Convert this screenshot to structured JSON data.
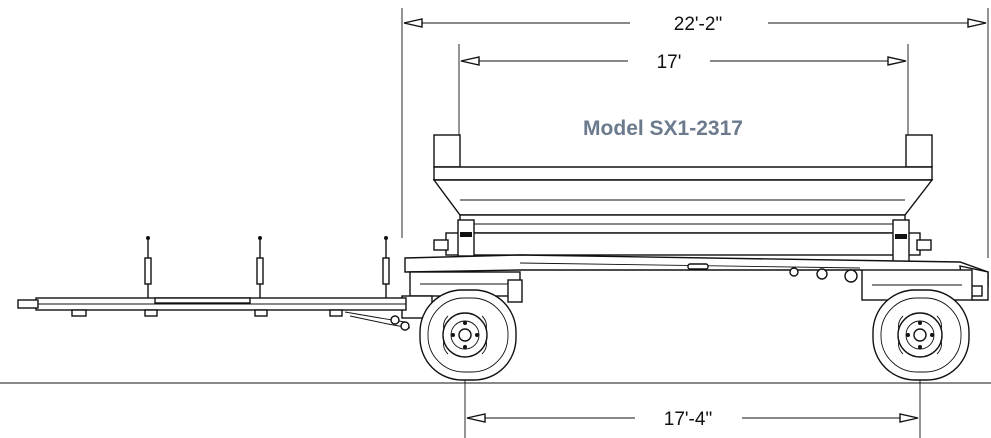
{
  "model_label": "Model SX1-2317",
  "dimensions": {
    "overall_length": "22'-2\"",
    "box_length": "17'",
    "wheelbase": "17'-4\""
  },
  "colors": {
    "model_label": "#6b7a8c",
    "line": "#111111",
    "background": "#ffffff"
  }
}
